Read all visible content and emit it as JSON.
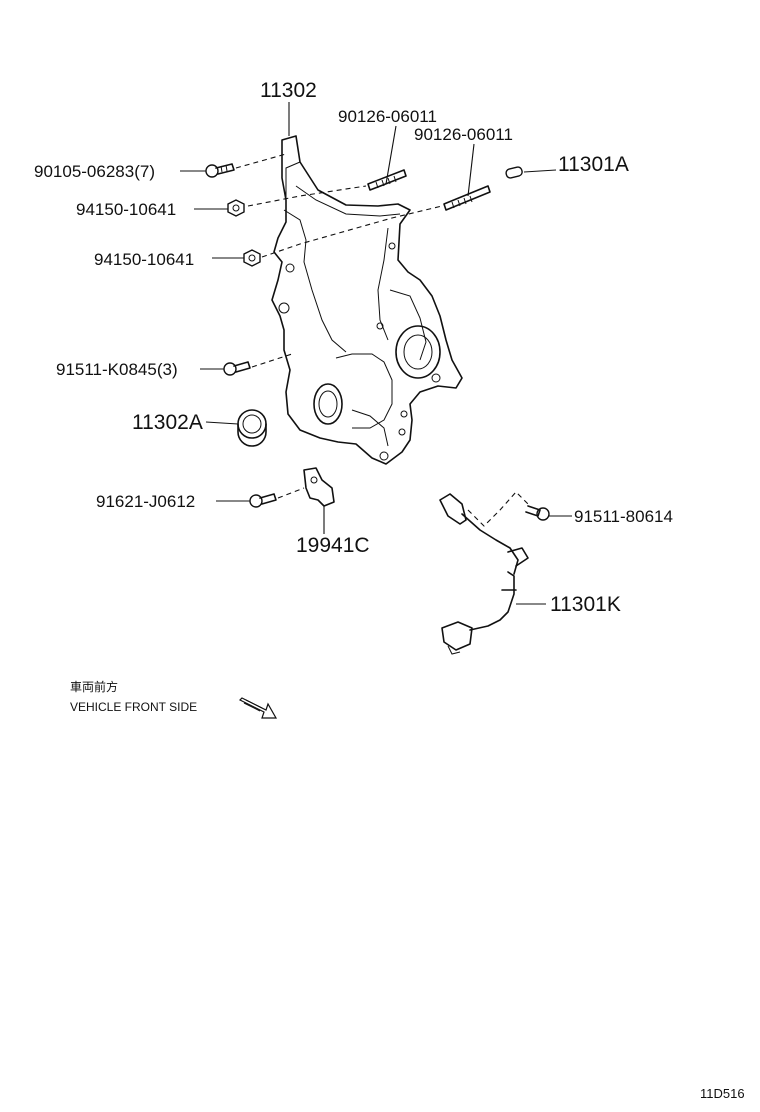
{
  "labels": {
    "p11302": "11302",
    "p90126a": "90126-06011",
    "p90126b": "90126-06011",
    "p90105": "90105-06283(7)",
    "p11301A": "11301A",
    "p94150a": "94150-10641",
    "p94150b": "94150-10641",
    "p91511K": "91511-K0845(3)",
    "p11302A": "11302A",
    "p91621": "91621-J0612",
    "p19941C": "19941C",
    "p91511_80614": "91511-80614",
    "p11301K": "11301K"
  },
  "front_note": {
    "japanese": "車両前方",
    "english": "VEHICLE FRONT SIDE"
  },
  "figure_id": "11D516"
}
